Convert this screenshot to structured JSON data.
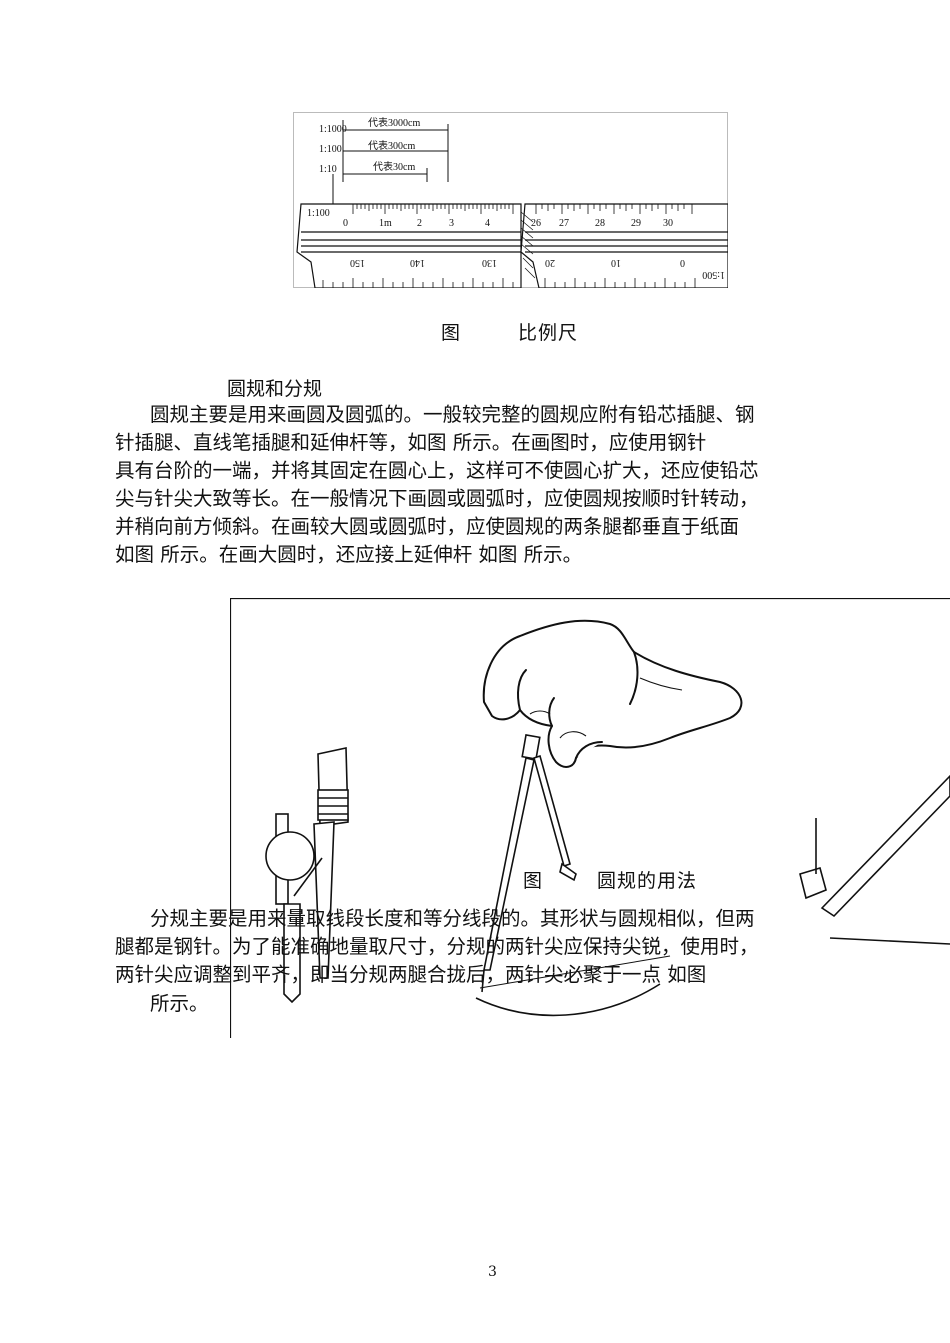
{
  "figure1": {
    "scale_labels": [
      "1:1000",
      "1:100",
      "1:10"
    ],
    "span_labels": [
      "代表3000cm",
      "代表300cm",
      "代表30cm"
    ],
    "ruler_scale_left": "1:100",
    "ruler_top_left_ticks": [
      "0",
      "1m",
      "2",
      "3",
      "4"
    ],
    "ruler_bottom_left_ticks": [
      "150",
      "140",
      "130"
    ],
    "ruler_top_right_ticks": [
      "26",
      "27",
      "28",
      "29",
      "30"
    ],
    "ruler_bottom_right_ticks": [
      "20",
      "10",
      "0"
    ],
    "ruler_scale_right": "1:500",
    "caption_fig": "图",
    "caption_text": "比例尺"
  },
  "section": {
    "heading": "圆规和分规",
    "para1_lines": [
      "圆规主要是用来画圆及圆弧的。一般较完整的圆规应附有铅芯插腿、钢",
      "针插腿、直线笔插腿和延伸杆等，如图          所示。在画图时，应使用钢针",
      "具有台阶的一端，并将其固定在圆心上，这样可不使圆心扩大，还应使铅芯",
      "尖与针尖大致等长。在一般情况下画圆或圆弧时，应使圆规按顺时针转动，",
      "并稍向前方倾斜。在画较大圆或圆弧时，应使圆规的两条腿都垂直于纸面",
      "如图          所示。在画大圆时，还应接上延伸杆  如图          所示。"
    ]
  },
  "figure2": {
    "caption_fig": "图",
    "caption_text": "圆规的用法"
  },
  "para2_lines": [
    "分规主要是用来量取线段长度和等分线段的。其形状与圆规相似，但两",
    "腿都是钢针。为了能准确地量取尺寸，分规的两针尖应保持尖锐，使用时，",
    "两针尖应调整到平齐，即当分规两腿合拢后，两针尖必聚于一点  如图",
    "所示。"
  ],
  "page_number": "3"
}
